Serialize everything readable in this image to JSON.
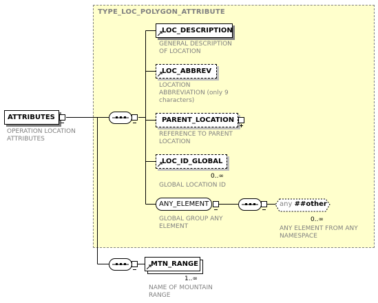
{
  "group": {
    "title": "TYPE_LOC_POLYGON_ATTRIBUTE"
  },
  "root": {
    "label": "ATTRIBUTES",
    "desc": "OPERATION LOCATION\nATTRIBUTES"
  },
  "elements": [
    {
      "label": "LOC_DESCRIPTION",
      "desc": "GENERAL DESCRIPTION\nOF LOCATION",
      "style": "solid"
    },
    {
      "label": "LOC_ABBREV",
      "desc": "LOCATION\nABBREVIATION (only 9\ncharacters)",
      "style": "dashed"
    },
    {
      "label": "PARENT_LOCATION",
      "desc": "REFERENCE TO PARENT\nLOCATION",
      "style": "dashed"
    },
    {
      "label": "LOC_ID_GLOBAL",
      "desc": "GLOBAL LOCATION ID",
      "occurs": "0..∞",
      "style": "dashed"
    }
  ],
  "any_element": {
    "label": "ANY_ELEMENT",
    "desc": "GLOBAL GROUP ANY\nELEMENT"
  },
  "any_other": {
    "prefix": "any",
    "label": "##other",
    "occurs": "0..∞",
    "desc": "ANY ELEMENT FROM ANY\nNAMESPACE"
  },
  "mtn_range": {
    "label": "MTN_RANGE",
    "occurs": "1..∞",
    "desc": "NAME OF MOUNTAIN\nRANGE"
  },
  "icons": {
    "reference": "reference-arrow-icon",
    "sequence": "sequence-compositor-icon",
    "collapse": "minus-toggle-icon",
    "expand": "plus-toggle-icon"
  }
}
